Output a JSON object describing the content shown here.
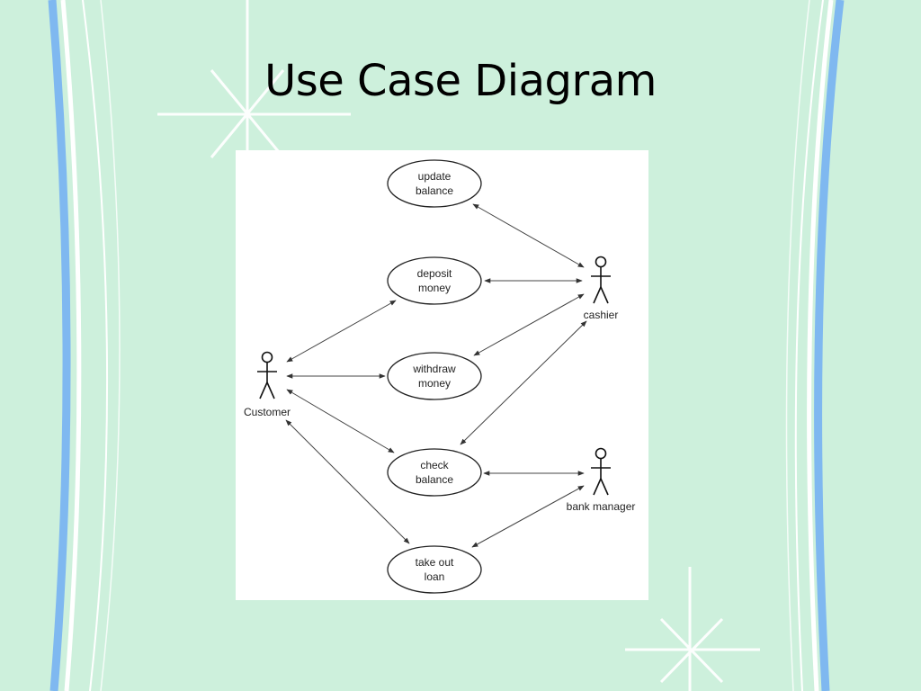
{
  "slide": {
    "title": "Use Case Diagram",
    "background_color": "#cdf0dc",
    "accent_stripe_color": "#7fb8f0"
  },
  "diagram": {
    "actors": [
      {
        "id": "customer",
        "label": "Customer"
      },
      {
        "id": "cashier",
        "label": "cashier"
      },
      {
        "id": "bank_manager",
        "label": "bank manager"
      }
    ],
    "use_cases": [
      {
        "id": "update_balance",
        "line1": "update",
        "line2": "balance"
      },
      {
        "id": "deposit_money",
        "line1": "deposit",
        "line2": "money"
      },
      {
        "id": "withdraw_money",
        "line1": "withdraw",
        "line2": "money"
      },
      {
        "id": "check_balance",
        "line1": "check",
        "line2": "balance"
      },
      {
        "id": "take_out_loan",
        "line1": "take out",
        "line2": "loan"
      }
    ],
    "associations": [
      {
        "from": "cashier",
        "to": "update_balance"
      },
      {
        "from": "cashier",
        "to": "deposit_money"
      },
      {
        "from": "cashier",
        "to": "withdraw_money"
      },
      {
        "from": "cashier",
        "to": "check_balance"
      },
      {
        "from": "customer",
        "to": "deposit_money"
      },
      {
        "from": "customer",
        "to": "withdraw_money"
      },
      {
        "from": "customer",
        "to": "check_balance"
      },
      {
        "from": "customer",
        "to": "take_out_loan"
      },
      {
        "from": "bank_manager",
        "to": "check_balance"
      },
      {
        "from": "bank_manager",
        "to": "take_out_loan"
      }
    ]
  }
}
